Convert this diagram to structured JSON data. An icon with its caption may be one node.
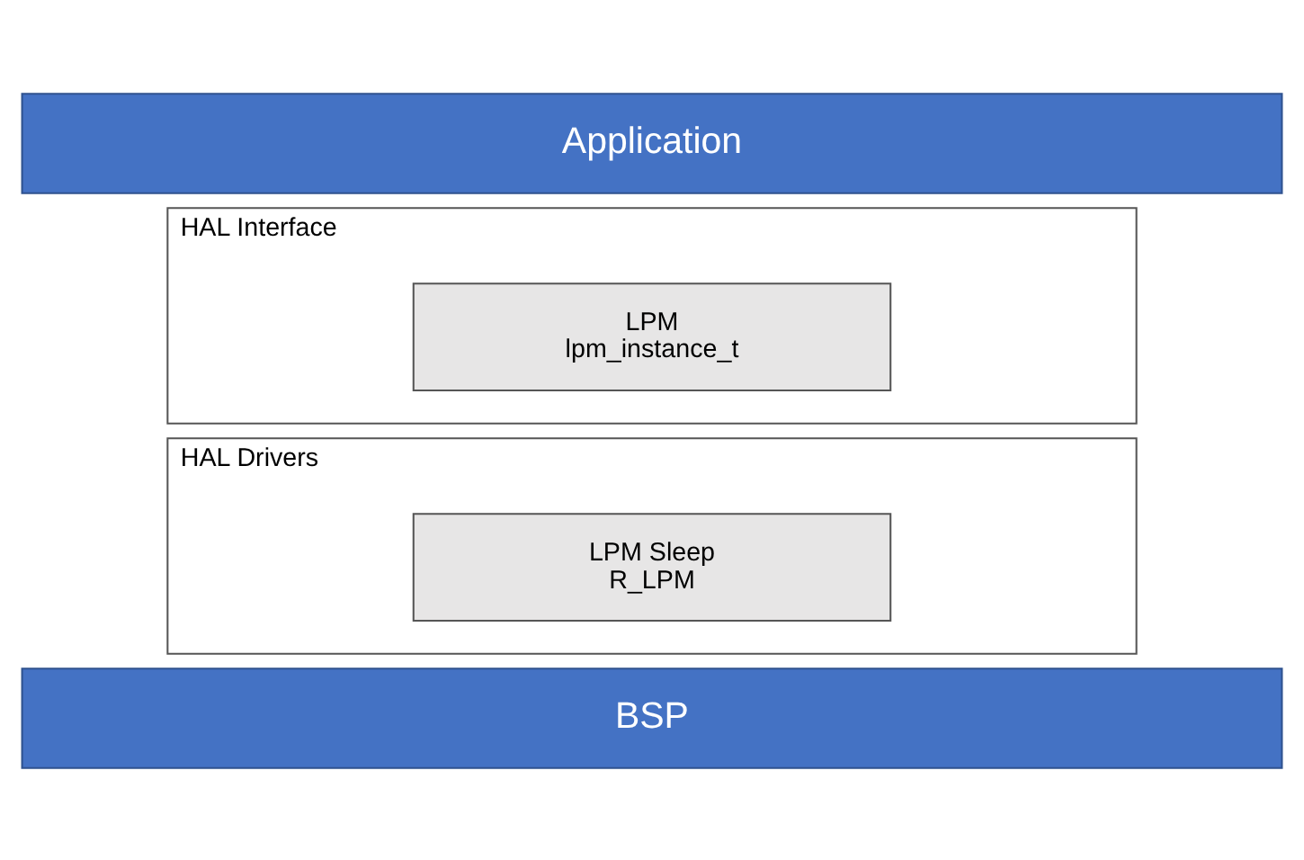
{
  "diagram": {
    "nodes": [
      {
        "text": [
          "Application"
        ]
      },
      {
        "text": [
          "HAL Interface"
        ]
      },
      {
        "text": [
          "LPM",
          "lpm_instance_t"
        ],
        "in": 1
      },
      {
        "text": [
          "HAL Drivers"
        ]
      },
      {
        "text": [
          "LPM Sleep",
          "R_LPM"
        ],
        "in": 3
      },
      {
        "text": [
          "BSP"
        ]
      }
    ]
  }
}
